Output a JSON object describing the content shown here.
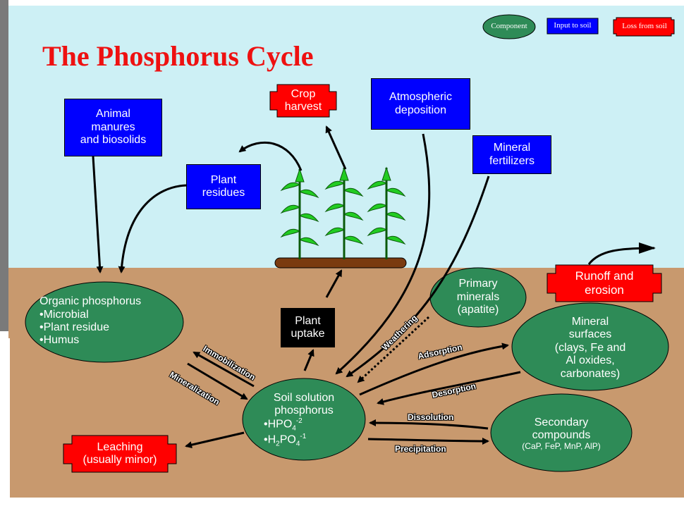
{
  "title": "The Phosphorus Cycle",
  "legend": {
    "component": "Component",
    "input": "Input to soil",
    "loss": "Loss from soil"
  },
  "colors": {
    "sky": "#cdf0f5",
    "soil": "#c8996e",
    "component": "#2e8b57",
    "input": "#0000ff",
    "loss": "#ff0000"
  },
  "inputs": {
    "animal_manures": [
      "Animal",
      "manures",
      "and biosolids"
    ],
    "plant_residues": [
      "Plant",
      "residues"
    ],
    "atmospheric": [
      "Atmospheric",
      "deposition"
    ],
    "mineral_fertilizers": [
      "Mineral",
      "fertilizers"
    ]
  },
  "losses": {
    "crop_harvest": [
      "Crop",
      "harvest"
    ],
    "runoff": [
      "Runoff and",
      "erosion"
    ],
    "leaching": [
      "Leaching",
      "(usually minor)"
    ]
  },
  "components": {
    "organic": {
      "title": "Organic phosphorus",
      "items": [
        "•Microbial",
        "•Plant residue",
        "•Humus"
      ]
    },
    "primary": [
      "Primary",
      "minerals",
      "(apatite)"
    ],
    "surfaces": [
      "Mineral",
      "surfaces",
      "(clays, Fe and",
      "Al oxides,",
      "carbonates)"
    ],
    "secondary": [
      "Secondary",
      "compounds",
      "(CaP, FeP, MnP, AlP)"
    ],
    "solution": {
      "title": [
        "Soil solution",
        "phosphorus"
      ],
      "ion1": "•HPO",
      "ion1_sub": "4",
      "ion1_sup": "-2",
      "ion2_pre": "•H",
      "ion2_sub1": "2",
      "ion2_mid": "PO",
      "ion2_sub2": "4",
      "ion2_sup": "-1"
    }
  },
  "plant_uptake": [
    "Plant",
    "uptake"
  ],
  "processes": {
    "immobilization": "Immobilization",
    "mineralization": "Mineralization",
    "weathering": "Weathering",
    "adsorption": "Adsorption",
    "desorption": "Desorption",
    "dissolution": "Dissolution",
    "precipitation": "Precipitation"
  }
}
